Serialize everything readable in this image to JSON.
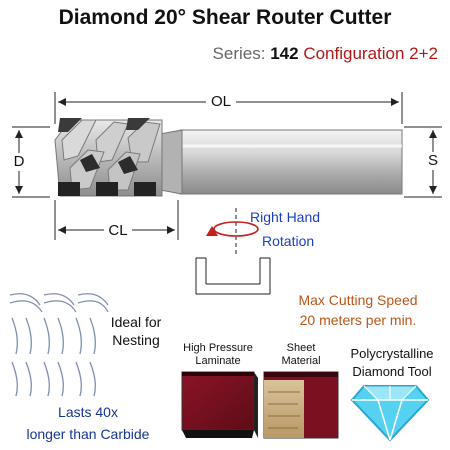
{
  "title": "Diamond 20° Shear Router Cutter",
  "series": {
    "label": "Series:",
    "number": "142",
    "configuration": "Configuration 2+2"
  },
  "dimensions": {
    "overall_length": "OL",
    "cutting_length": "CL",
    "diameter": "D",
    "shank": "S"
  },
  "rotation": {
    "line1": "Right Hand",
    "line2": "Rotation"
  },
  "speed": {
    "line1": "Max Cutting Speed",
    "line2": "20 meters per min."
  },
  "nesting": {
    "line1": "Ideal for",
    "line2": "Nesting"
  },
  "materials": {
    "hpl_line1": "High Pressure",
    "hpl_line2": "Laminate",
    "sheet_line1": "Sheet",
    "sheet_line2": "Material"
  },
  "pcd": {
    "line1": "Polycrystalline",
    "line2": "Diamond Tool"
  },
  "lifespan": {
    "line1": "Lasts 40x",
    "line2": "longer than Carbide"
  },
  "colors": {
    "title": "#111111",
    "series_label": "#666666",
    "configuration": "#b01818",
    "rotation_text": "#1a3fbf",
    "speed_text": "#b8561a",
    "lasts_text": "#14368f",
    "laminate": "#7a1020",
    "diamond": "#3cc3ea"
  }
}
